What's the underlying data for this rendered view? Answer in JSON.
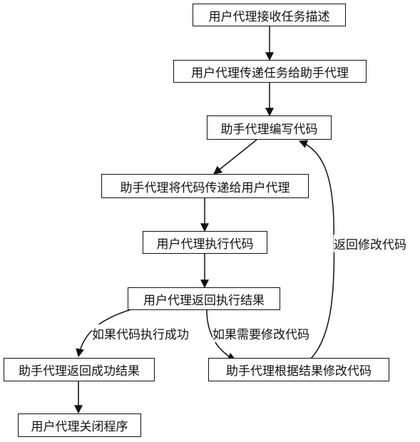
{
  "nodes": {
    "n1": "用户代理接收任务描述",
    "n2": "用户代理传递任务给助手代理",
    "n3": "助手代理编写代码",
    "n4": "助手代理将代码传递给用户代理",
    "n5": "用户代理执行代码",
    "n6": "用户代理返回执行结果",
    "n7": "助手代理返回成功结果",
    "n8": "助手代理根据结果修改代码",
    "n9": "用户代理关闭程序"
  },
  "edge_labels": {
    "success": "如果代码执行成功",
    "need_fix": "如果需要修改代码",
    "back_to_code": "返回修改代码"
  }
}
